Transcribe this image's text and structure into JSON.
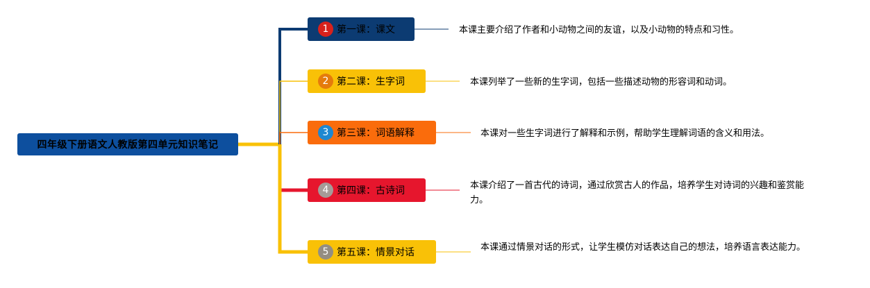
{
  "root": {
    "label": "四年级下册语文人教版第四单元知识笔记"
  },
  "lessons": [
    {
      "number": "1",
      "title": "第一课：课文",
      "description": "本课主要介绍了作者和小动物之间的友谊，以及小动物的特点和习性。",
      "color": "#0c3b72",
      "badge_color": "#d8211c"
    },
    {
      "number": "2",
      "title": "第二课：生字词",
      "description": "本课列举了一些新的生字词，包括一些描述动物的形容词和动词。",
      "color": "#f9c107",
      "badge_color": "#e57b0b"
    },
    {
      "number": "3",
      "title": "第三课：词语解释",
      "description": "本课对一些生字词进行了解释和示例，帮助学生理解词语的含义和用法。",
      "color": "#fa6c0c",
      "badge_color": "#1e88d0"
    },
    {
      "number": "4",
      "title": "第四课：古诗词",
      "description": "本课介绍了一首古代的诗词，通过欣赏古人的作品，培养学生对诗词的兴趣和鉴赏能力。",
      "color": "#e6162d",
      "badge_color": "#a59b98"
    },
    {
      "number": "5",
      "title": "第五课：情景对话",
      "description": "本课通过情景对话的形式，让学生模仿对话表达自己的想法，培养语言表达能力。",
      "color": "#f9c107",
      "badge_color": "#948d82"
    }
  ]
}
